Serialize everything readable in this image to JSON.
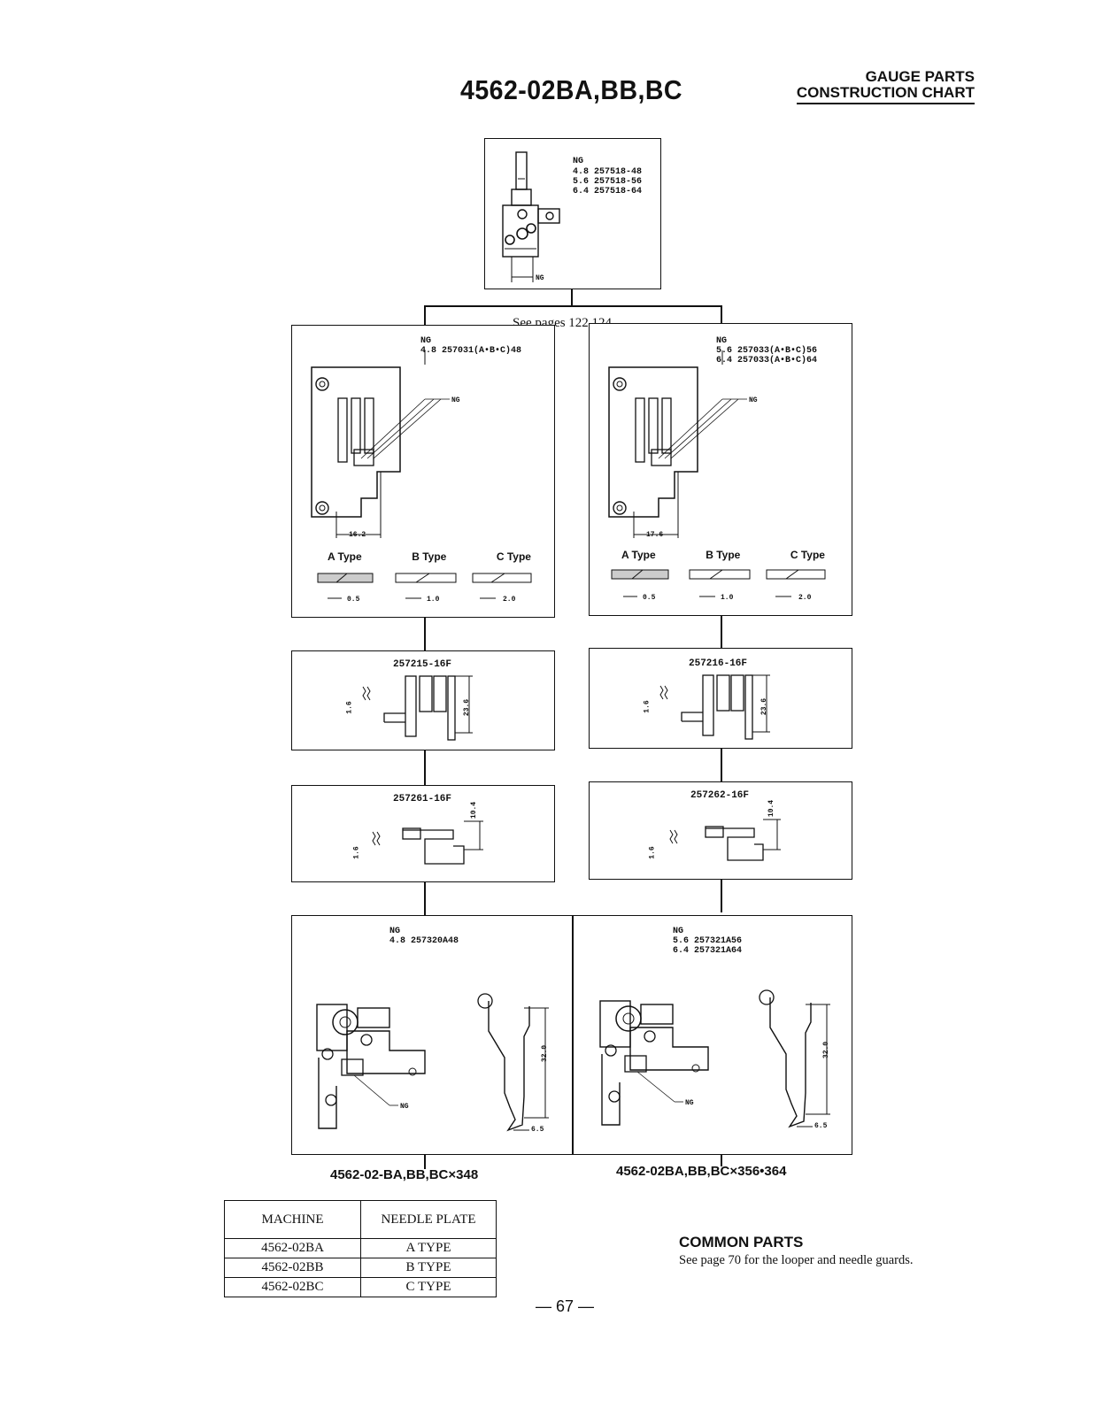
{
  "header": {
    "title": "4562-02BA,BB,BC",
    "right_line1": "GAUGE PARTS",
    "right_line2": "CONSTRUCTION CHART"
  },
  "needle_clamp": {
    "ng": "NG",
    "rows": [
      "4.8 257518-48",
      "5.6 257518-56",
      "6.4 257518-64"
    ],
    "dim_label": "NG"
  },
  "see_pages": "See pages 122,124",
  "needle_plate_left": {
    "ng": "NG",
    "line1": "4.8 257031(A•B•C)48",
    "callout": "NG",
    "dim": "16.2",
    "types": [
      "A Type",
      "B Type",
      "C Type"
    ],
    "type_dims": [
      "0.5",
      "1.0",
      "2.0"
    ]
  },
  "needle_plate_right": {
    "ng": "NG",
    "line1": "5.6 257033(A•B•C)56",
    "line2": "6.4 257033(A•B•C)64",
    "callout": "NG",
    "dim": "17.6",
    "types": [
      "A Type",
      "B Type",
      "C Type"
    ],
    "type_dims": [
      "0.5",
      "1.0",
      "2.0"
    ]
  },
  "feed_dog_main_left": {
    "part": "257215-16F",
    "dim_v": "23.6",
    "dim_l": "1.6"
  },
  "feed_dog_main_right": {
    "part": "257216-16F",
    "dim_v": "23.6",
    "dim_l": "1.6"
  },
  "feed_dog_diff_left": {
    "part": "257261-16F",
    "dim_v": "10.4",
    "dim_l": "1.6"
  },
  "feed_dog_diff_right": {
    "part": "257262-16F",
    "dim_v": "10.4",
    "dim_l": "1.6"
  },
  "presser_left": {
    "ng": "NG",
    "line1": "4.8 257320A48",
    "callout": "NG",
    "dim_v": "32.0",
    "dim_h": "6.5"
  },
  "presser_right": {
    "ng": "NG",
    "line1": "5.6 257321A56",
    "line2": "6.4 257321A64",
    "callout": "NG",
    "dim_v": "32.0",
    "dim_h": "6.5"
  },
  "captions": {
    "left": "4562-02-BA,BB,BC×348",
    "right": "4562-02BA,BB,BC×356•364"
  },
  "machine_table": {
    "headers": [
      "MACHINE",
      "NEEDLE PLATE"
    ],
    "rows": [
      [
        "4562-02BA",
        "A TYPE"
      ],
      [
        "4562-02BB",
        "B TYPE"
      ],
      [
        "4562-02BC",
        "C TYPE"
      ]
    ]
  },
  "common_parts": {
    "title": "COMMON PARTS",
    "desc": "See page 70 for the looper and needle guards."
  },
  "page_number": "— 67 —"
}
